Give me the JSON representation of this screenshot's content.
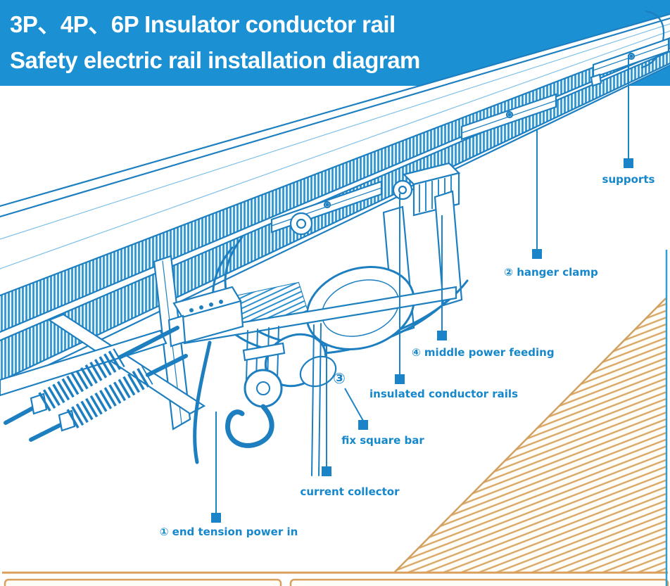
{
  "header": {
    "line1": "3P、4P、6P Insulator conductor rail",
    "line2": "Safety electric rail installation diagram",
    "bg_color": "#1b90d3",
    "text_color": "#ffffff"
  },
  "diagram": {
    "type": "technical line drawing, isometric view of insulated conductor rail with electric hoist trolley",
    "labels": {
      "supports": "supports",
      "hanger_clamp": "② hanger clamp",
      "middle_power_feeding": "④ middle power feeding",
      "insulated_conductor_rails": "insulated conductor rails",
      "fix_square_bar": "fix square bar",
      "fix_square_bar_marker": "③",
      "current_collector": "current collector",
      "end_tension_power_in": "① end tension power in"
    },
    "colors": {
      "drawing_line_blue": "#1d7fc0",
      "label_blue": "#1587cb",
      "leader_blue": "#1b83c7",
      "hatch_tan": "#d9a765",
      "floor_tan": "#d8a05c",
      "wall_line_blue": "#2f9fd6"
    }
  }
}
